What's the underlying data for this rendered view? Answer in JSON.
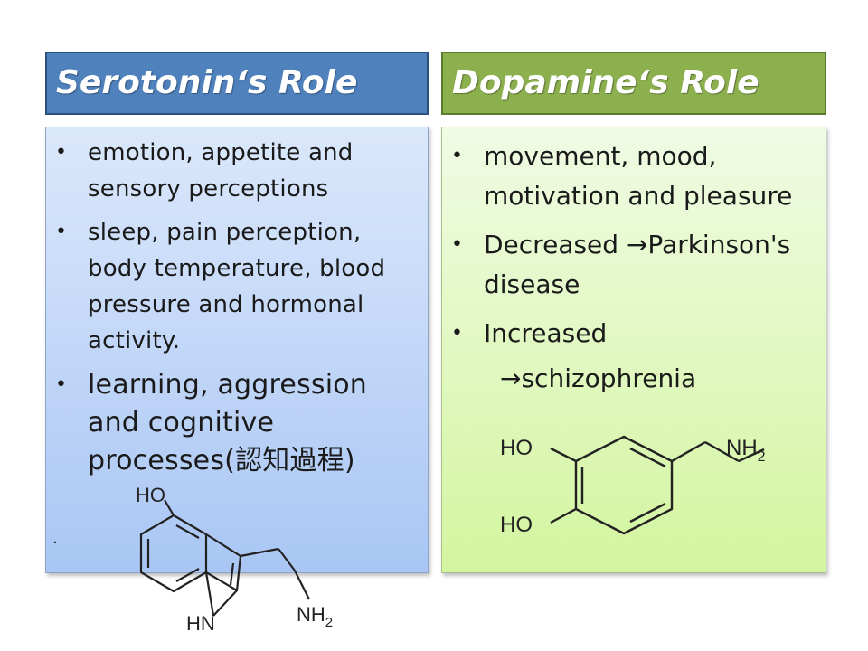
{
  "serotonin": {
    "title": "Serotonin‘s Role",
    "items": [
      "emotion, appetite and sensory perceptions",
      "sleep, pain perception, body temperature, blood pressure and hormonal activity.",
      "learning, aggression and cognitive processes(認知過程)"
    ],
    "trailing_dot": "."
  },
  "dopamine": {
    "title": "Dopamine‘s Role",
    "items": [
      "movement, mood, motivation and pleasure",
      "Decreased →Parkinson's disease",
      "Increased"
    ],
    "sub_text": "→schizophrenia"
  },
  "molecules": {
    "serotonin": {
      "ho": "HO",
      "hn": "HN",
      "nh": "NH",
      "sub": "2"
    },
    "dopamine": {
      "ho_top": "HO",
      "ho_bottom": "HO",
      "nh": "NH",
      "sub": "2"
    }
  },
  "colors": {
    "serotonin_header": "#4f81bd",
    "dopamine_header": "#8db04f"
  },
  "bullet_glyph": "•"
}
